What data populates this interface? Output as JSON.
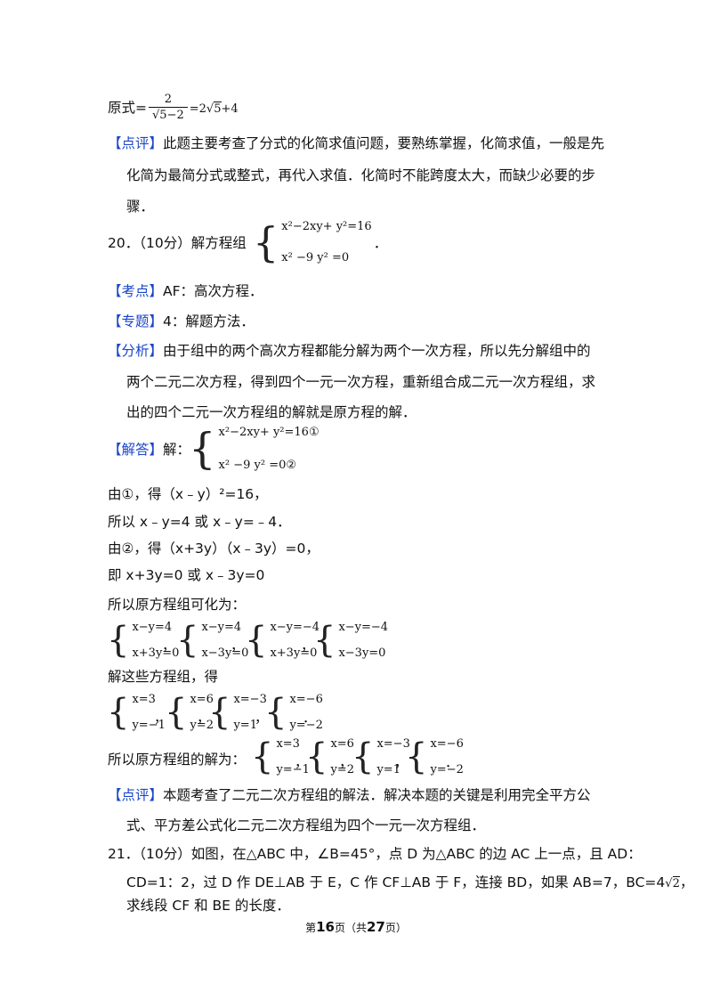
{
  "page": {
    "yuanshi_prefix": "原式=",
    "yuanshi_num": "2",
    "yuanshi_den_sqrt": "5",
    "yuanshi_den_minus": "−2",
    "yuanshi_eq": "=2",
    "yuanshi_rhs_sqrt": "5",
    "yuanshi_plus": "+4",
    "dianping1_tag": "【点评】",
    "dianping1_l1": "此题主要考查了分式的化简求值问题，要熟练掌握，化简求值，一般是先",
    "dianping1_l2": "化简为最简分式或整式，再代入求值．化简时不能跨度太大，而缺少必要的步",
    "dianping1_l3": "骤．",
    "q20_label": "20．（10分）解方程组",
    "q20_eq1": "x²−2xy+ y²=16",
    "q20_eq2": "x² −9 y² =0",
    "q20_end": "．",
    "kaodian_tag": "【考点】",
    "kaodian": "AF：高次方程．",
    "zhuanti_tag": "【专题】",
    "zhuanti": "4：解题方法．",
    "fenxi_tag": "【分析】",
    "fenxi_l1": "由于组中的两个高次方程都能分解为两个一次方程，所以先分解组中的",
    "fenxi_l2": "两个二元二次方程，得到四个一元一次方程，重新组合成二元一次方程组，求",
    "fenxi_l3": "出的四个二元一次方程组的解就是原方程的解．",
    "jieda_tag": "【解答】",
    "jieda_jie": "解：",
    "jieda_eq1": "x²−2xy+ y²=16①",
    "jieda_eq2": "x² −9 y² =0②",
    "s1": "由①，得（x﹣y）²=16，",
    "s2": "所以 x﹣y=4 或 x﹣y=﹣4．",
    "s3": "由②，得（x+3y）（x﹣3y）=0，",
    "s4": "即 x+3y=0 或 x﹣3y=0",
    "s5": "所以原方程组可化为：",
    "sysA": [
      [
        "x−y=4",
        "x+3y=0"
      ],
      [
        "x−y=4",
        "x−3y=0"
      ],
      [
        "x−y=−4",
        "x+3y=0"
      ],
      [
        "x−y=−4",
        "x−3y=0"
      ]
    ],
    "sysA_seps": [
      "，",
      "，",
      "，"
    ],
    "s6": "解这些方程组，得",
    "sysB": [
      [
        "x=3",
        "y=−1"
      ],
      [
        "x=6",
        "y=2"
      ],
      [
        "x=−3",
        "y=1"
      ],
      [
        "x=−6",
        "y=−2"
      ]
    ],
    "sysB_seps": [
      "，",
      "，",
      "，",
      "．"
    ],
    "s7": "所以原方程组的解为：",
    "sysC_seps": [
      "，",
      "，",
      "，",
      "．"
    ],
    "dianping2_tag": "【点评】",
    "dianping2_l1": "本题考查了二元二次方程组的解法．解决本题的关键是利用完全平方公",
    "dianping2_l2": "式、平方差公式化二元二次方程组为四个一元一次方程组．",
    "q21_l1": "21．（10分）如图，在△ABC 中，∠B=45°，点 D 为△ABC 的边 AC 上一点，且 AD：",
    "q21_l2": "CD=1：2，过 D 作 DE⊥AB 于 E，C 作 CF⊥AB 于 F，连接 BD，如果 AB=7，BC=4",
    "q21_l2_sqrt": "2",
    "q21_l2_end": "，",
    "q21_l3": "求线段 CF 和 BE 的长度．"
  },
  "footer": {
    "pre": "第",
    "page": "16",
    "mid": "页（共",
    "total": "27",
    "post": "页）"
  }
}
